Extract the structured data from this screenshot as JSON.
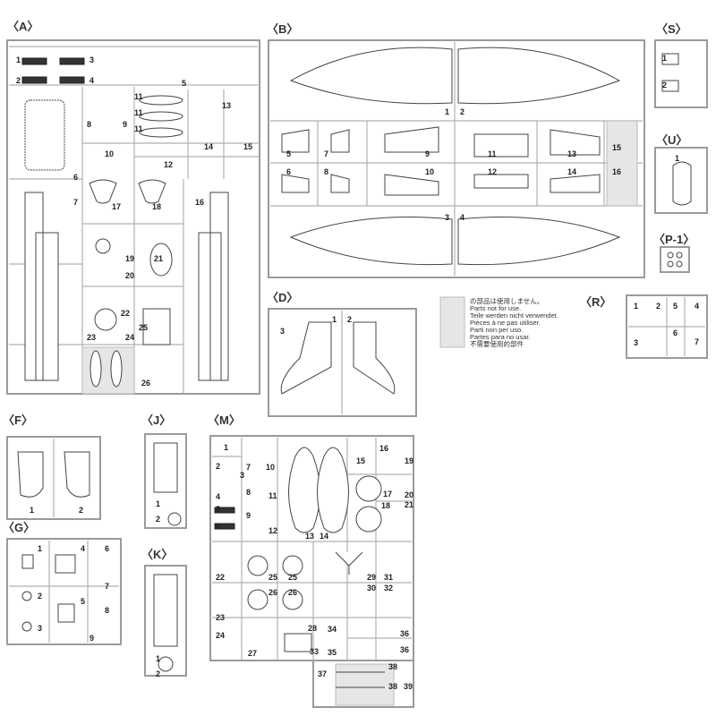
{
  "sprues": {
    "A": {
      "label": "〈A〉",
      "parts": [
        "1",
        "2",
        "3",
        "4",
        "5",
        "6",
        "7",
        "8",
        "9",
        "10",
        "11",
        "11",
        "11",
        "12",
        "13",
        "14",
        "15",
        "16",
        "17",
        "18",
        "19",
        "20",
        "21",
        "22",
        "23",
        "24",
        "25",
        "26"
      ]
    },
    "B": {
      "label": "〈B〉",
      "parts": [
        "1",
        "2",
        "3",
        "4",
        "5",
        "6",
        "7",
        "8",
        "9",
        "10",
        "11",
        "12",
        "13",
        "14",
        "15",
        "16"
      ]
    },
    "S": {
      "label": "〈S〉",
      "parts": [
        "1",
        "2"
      ]
    },
    "U": {
      "label": "〈U〉",
      "parts": [
        "1"
      ]
    },
    "P1": {
      "label": "〈P-1〉",
      "parts": []
    },
    "D": {
      "label": "〈D〉",
      "parts": [
        "1",
        "2",
        "3"
      ]
    },
    "R": {
      "label": "〈R〉",
      "parts": [
        "1",
        "2",
        "3",
        "4",
        "5",
        "6",
        "7"
      ]
    },
    "F": {
      "label": "〈F〉",
      "parts": [
        "1",
        "2"
      ]
    },
    "G": {
      "label": "〈G〉",
      "parts": [
        "1",
        "2",
        "3",
        "4",
        "5",
        "6",
        "7",
        "8",
        "9"
      ]
    },
    "J": {
      "label": "〈J〉",
      "parts": [
        "1",
        "2"
      ]
    },
    "K": {
      "label": "〈K〉",
      "parts": [
        "1",
        "2"
      ]
    },
    "M": {
      "label": "〈M〉",
      "parts": [
        "1",
        "2",
        "3",
        "4",
        "5",
        "6",
        "7",
        "8",
        "9",
        "10",
        "11",
        "12",
        "13",
        "14",
        "15",
        "16",
        "17",
        "18",
        "19",
        "20",
        "21",
        "22",
        "23",
        "24",
        "25",
        "25",
        "26",
        "26",
        "27",
        "28",
        "29",
        "30",
        "31",
        "32",
        "33",
        "34",
        "35",
        "36",
        "36",
        "37",
        "38",
        "38",
        "39"
      ]
    }
  },
  "legend": {
    "lines": [
      "の部品は使用しません。",
      "Parts not for use.",
      "Teile werden nicht verwendet.",
      "Pièces à ne pas utiliser.",
      "Parti non per uso.",
      "Partes para no usar.",
      "不需要使用的部件"
    ]
  },
  "colors": {
    "unused_fill": "#e6e6e6",
    "frame": "#9a9a9a"
  }
}
